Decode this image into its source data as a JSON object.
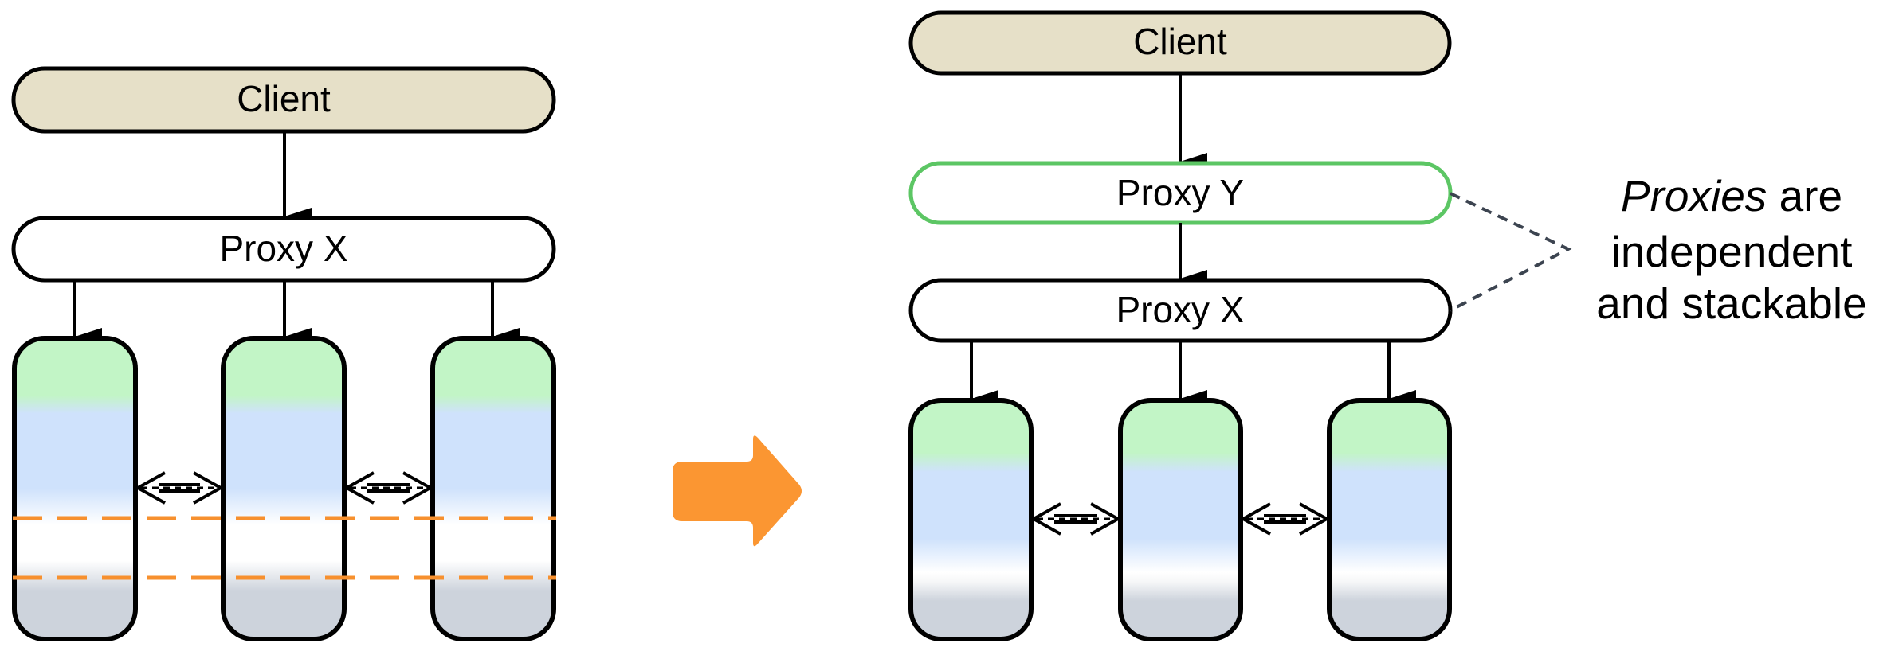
{
  "colors": {
    "client_fill": "#e6e0c8",
    "box_stroke": "#000000",
    "proxy_new_stroke": "#5cc664",
    "orange": "#f7902e",
    "transition_arrow": "#fb9632",
    "dash_connector": "#3c4450",
    "replica_green": "#c2f5c6",
    "replica_blue": "#cfe2fc",
    "replica_grey": "#cdd3dc"
  },
  "before": {
    "client_label": "Client",
    "proxy_label": "Proxy X",
    "replica_count": 3
  },
  "after": {
    "client_label": "Client",
    "proxy_new_label": "Proxy Y",
    "proxy_label": "Proxy X",
    "replica_count": 3
  },
  "annotation": {
    "line1_emphasis": "Proxies",
    "line1_rest": " are",
    "line2": "independent",
    "line3": "and stackable"
  },
  "icons": {
    "transition": "right-arrow-icon",
    "replica_link": "bidirectional-arrow-icon"
  }
}
